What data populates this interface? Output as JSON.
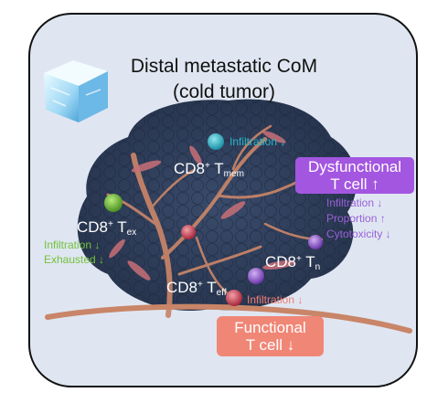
{
  "title": {
    "line1": "Distal metastatic CoM",
    "line2": "(cold tumor)"
  },
  "cells": {
    "t_mem": {
      "base": "CD8",
      "sup": "+",
      "main": " T",
      "sub": "mem"
    },
    "t_ex": {
      "base": "CD8",
      "sup": "+",
      "main": " T",
      "sub": "ex"
    },
    "t_n": {
      "base": "CD8",
      "sup": "+",
      "main": " T",
      "sub": "n"
    },
    "t_eff": {
      "base": "CD8",
      "sup": "+",
      "main": " T",
      "sub": "eff"
    }
  },
  "annotations": {
    "mem_infiltration": "Infiltration ↓",
    "ex_infiltration": "Infiltration ↓",
    "ex_exhausted": "Exhausted ↓",
    "n_infiltration": "Infiltration ↓",
    "n_proportion": "Proportion ↑",
    "n_cytotoxicity": "Cytotoxicity ↓",
    "eff_infiltration": "Infiltration ↓"
  },
  "badges": {
    "dysfunctional": {
      "line1": "Dysfunctional",
      "line2": "T cell ↑"
    },
    "functional": {
      "line1": "Functional",
      "line2": "T cell ↓"
    }
  },
  "colors": {
    "panel_bg": "#dfe6f1",
    "tumor": "#2f3f5c",
    "vessel": "#c98568",
    "cyan": "#2ab7c9",
    "green": "#73c13c",
    "purple": "#9a61d8",
    "salmon": "#ef7e72",
    "dysfunctional_badge": "#a356e0",
    "functional_badge": "#f08676"
  },
  "icons": {
    "ice": "ice-cube-icon"
  }
}
